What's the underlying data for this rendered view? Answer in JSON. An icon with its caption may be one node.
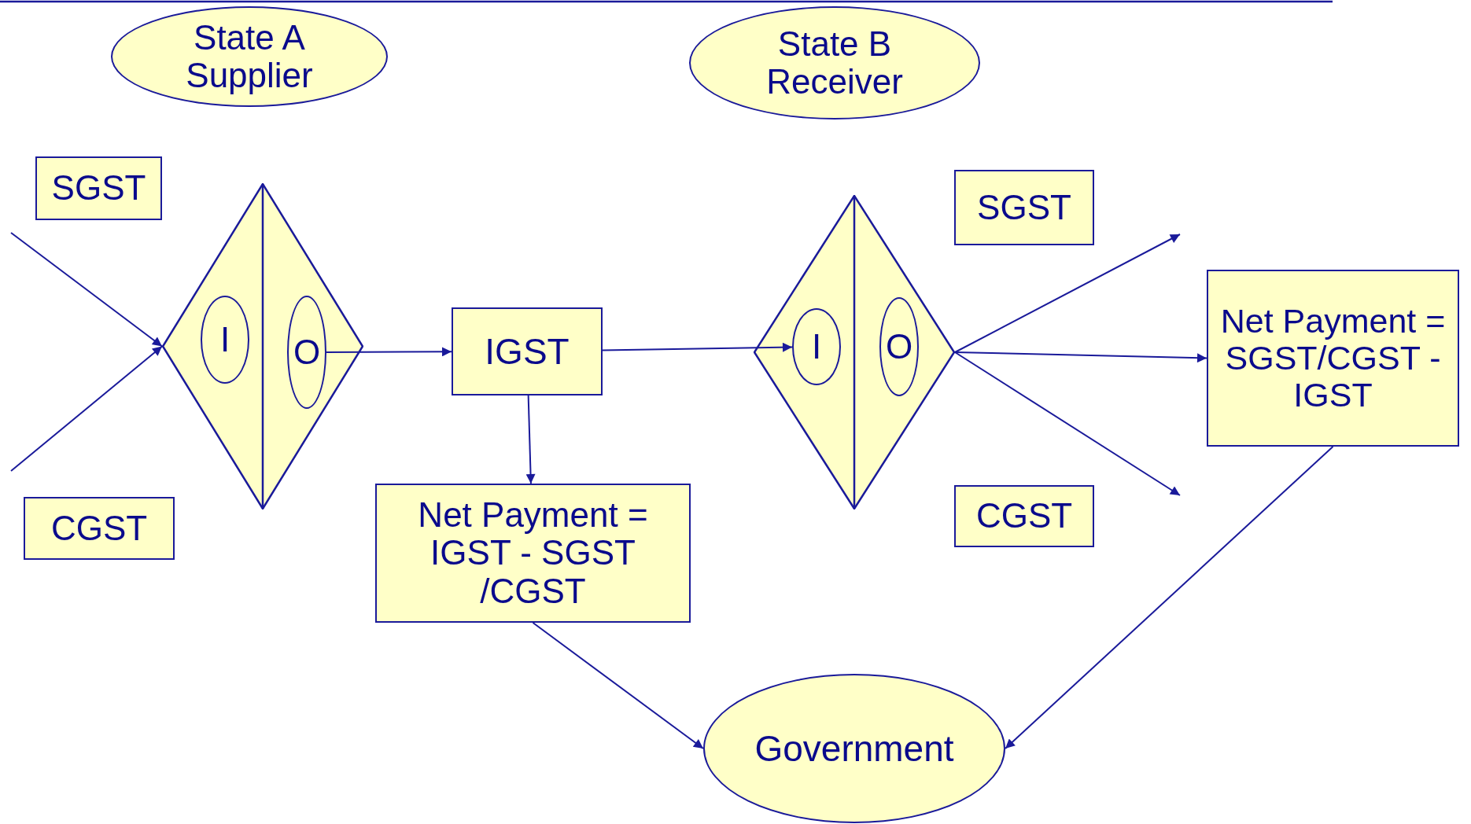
{
  "diagram": {
    "nodes": [
      {
        "text": [
          "State A Supplier"
        ]
      },
      {
        "text": [
          "State B Receiver"
        ]
      },
      {
        "text": [
          "SGST"
        ]
      },
      {
        "text": [
          "CGST"
        ]
      },
      {
        "text": [],
        "shape": "diamond"
      },
      {
        "text": [
          "I"
        ],
        "in": 4
      },
      {
        "text": [
          "O"
        ],
        "in": 4
      },
      {
        "text": [
          "IGST"
        ]
      },
      {
        "text": [
          "Net Payment = IGST - SGST /CGST"
        ]
      },
      {
        "text": [],
        "shape": "diamond"
      },
      {
        "text": [
          "I"
        ],
        "in": 9
      },
      {
        "text": [
          "O"
        ],
        "in": 9
      },
      {
        "text": [
          "SGST"
        ]
      },
      {
        "text": [
          "CGST"
        ]
      },
      {
        "text": [
          "Net Payment = SGST/CGST - IGST"
        ]
      },
      {
        "text": [
          "Government"
        ]
      }
    ],
    "edges": [
      {
        "from": null,
        "to": 4,
        "arrow": "to"
      },
      {
        "from": null,
        "to": 4,
        "arrow": "to"
      },
      {
        "from": 6,
        "to": 7,
        "arrow": "to"
      },
      {
        "from": 7,
        "to": 10,
        "arrow": "to"
      },
      {
        "from": 7,
        "to": 8,
        "arrow": "to"
      },
      {
        "from": 8,
        "to": 15,
        "arrow": "to"
      },
      {
        "from": 9,
        "to": null,
        "arrow": "to"
      },
      {
        "from": 9,
        "to": 14,
        "arrow": "to"
      },
      {
        "from": 9,
        "to": null,
        "arrow": "to"
      },
      {
        "from": 14,
        "to": 15,
        "arrow": "to"
      }
    ]
  }
}
